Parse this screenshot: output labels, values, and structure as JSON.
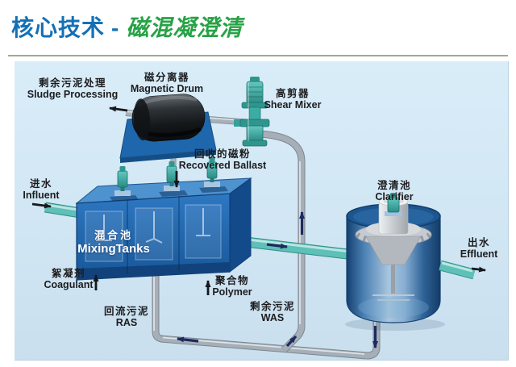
{
  "title": {
    "prefix": "核心技术",
    "separator": "-",
    "highlight": "磁混凝澄清"
  },
  "colors": {
    "title_blue": "#1470b5",
    "title_green": "#27a245",
    "panel_background": "#d2e7f4",
    "tank_blue": "#1e67ad",
    "equipment_teal": "#3aada5",
    "pipe_gray": "#9fa8b1",
    "flow_arrow_navy": "#1c2a5e",
    "label_text": "#1c1c1e"
  },
  "labels": {
    "sludge_processing": {
      "zh": "剩余污泥处理",
      "en": "Sludge Processing"
    },
    "magnetic_drum": {
      "zh": "磁分离器",
      "en": "Magnetic Drum"
    },
    "shear_mixer": {
      "zh": "高剪器",
      "en": "Shear Mixer"
    },
    "recovered_ballast": {
      "zh": "回收的磁粉",
      "en": "Recovered Ballast"
    },
    "influent": {
      "zh": "进水",
      "en": "Influent"
    },
    "mixing_tanks": {
      "zh": "混合池",
      "en": "MixingTanks"
    },
    "clarifier": {
      "zh": "澄清池",
      "en": "Clarifier"
    },
    "effluent": {
      "zh": "出水",
      "en": "Effluent"
    },
    "coagulant": {
      "zh": "絮凝剂",
      "en": "Coagulant"
    },
    "polymer": {
      "zh": "聚合物",
      "en": "Polymer"
    },
    "ras": {
      "zh": "回流污泥",
      "en": "RAS"
    },
    "was": {
      "zh": "剩余污泥",
      "en": "WAS"
    }
  }
}
